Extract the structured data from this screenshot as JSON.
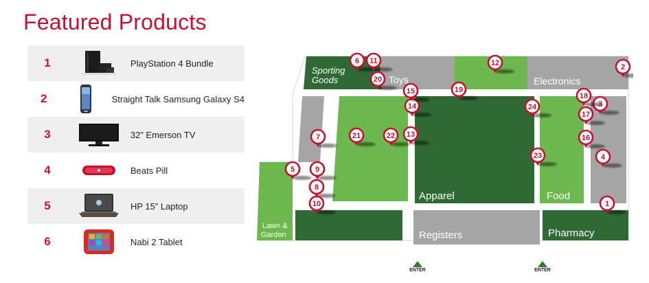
{
  "header": {
    "title": "Featured Products"
  },
  "products": [
    {
      "number": "1",
      "name": "PlayStation 4 Bundle",
      "icon": "console-icon"
    },
    {
      "number": "2",
      "name": "Straight Talk Samsung Galaxy S4",
      "icon": "phone-icon"
    },
    {
      "number": "3",
      "name": "32” Emerson TV",
      "icon": "tv-icon"
    },
    {
      "number": "4",
      "name": "Beats Pill",
      "icon": "speaker-icon"
    },
    {
      "number": "5",
      "name": "HP 15” Laptop",
      "icon": "laptop-icon"
    },
    {
      "number": "6",
      "name": "Nabi 2 Tablet",
      "icon": "tablet-icon"
    }
  ],
  "map": {
    "departments": {
      "sporting_goods_line1": "Sporting",
      "sporting_goods_line2": "Goods",
      "toys": "Toys",
      "electronics": "Electronics",
      "apparel": "Apparel",
      "food": "Food",
      "lawn_line1": "Lawn &",
      "lawn_line2": "Garden",
      "registers": "Registers",
      "pharmacy": "Pharmacy"
    },
    "markers": [
      "1",
      "2",
      "3",
      "4",
      "5",
      "6",
      "7",
      "8",
      "9",
      "10",
      "11",
      "12",
      "13",
      "14",
      "15",
      "16",
      "17",
      "18",
      "19",
      "20",
      "21",
      "22",
      "23",
      "24"
    ],
    "entrances": [
      "ENTER",
      "ENTER"
    ]
  },
  "colors": {
    "brand_red": "#c8102e",
    "dark_green": "#2f6a35",
    "light_green": "#6cb84f",
    "gray": "#a5a5a5",
    "aisle": "#ffffff"
  }
}
